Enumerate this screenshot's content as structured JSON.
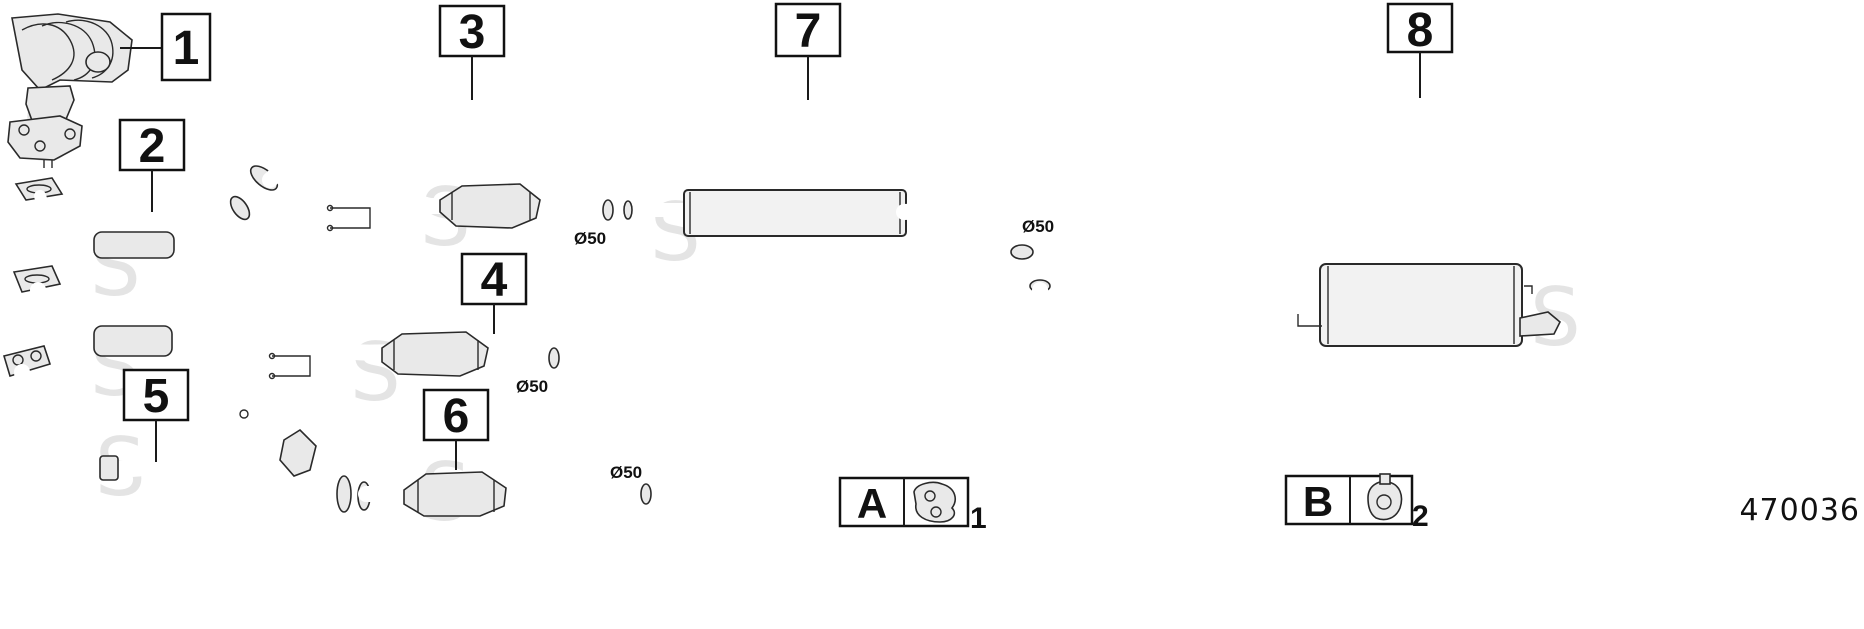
{
  "callouts": [
    {
      "label": "1"
    },
    {
      "label": "2"
    },
    {
      "label": "3"
    },
    {
      "label": "4"
    },
    {
      "label": "5"
    },
    {
      "label": "6"
    },
    {
      "label": "7"
    },
    {
      "label": "8"
    }
  ],
  "diameters": {
    "part3": "Ø50",
    "part4": "Ø50",
    "part6": "Ø50",
    "part7": "Ø50"
  },
  "legend": {
    "a": {
      "letter": "A",
      "quantity": "1",
      "icon": "rubber-hanger-icon"
    },
    "b": {
      "letter": "B",
      "quantity": "2",
      "icon": "bracket-clamp-icon"
    }
  },
  "reference_number": "470036"
}
